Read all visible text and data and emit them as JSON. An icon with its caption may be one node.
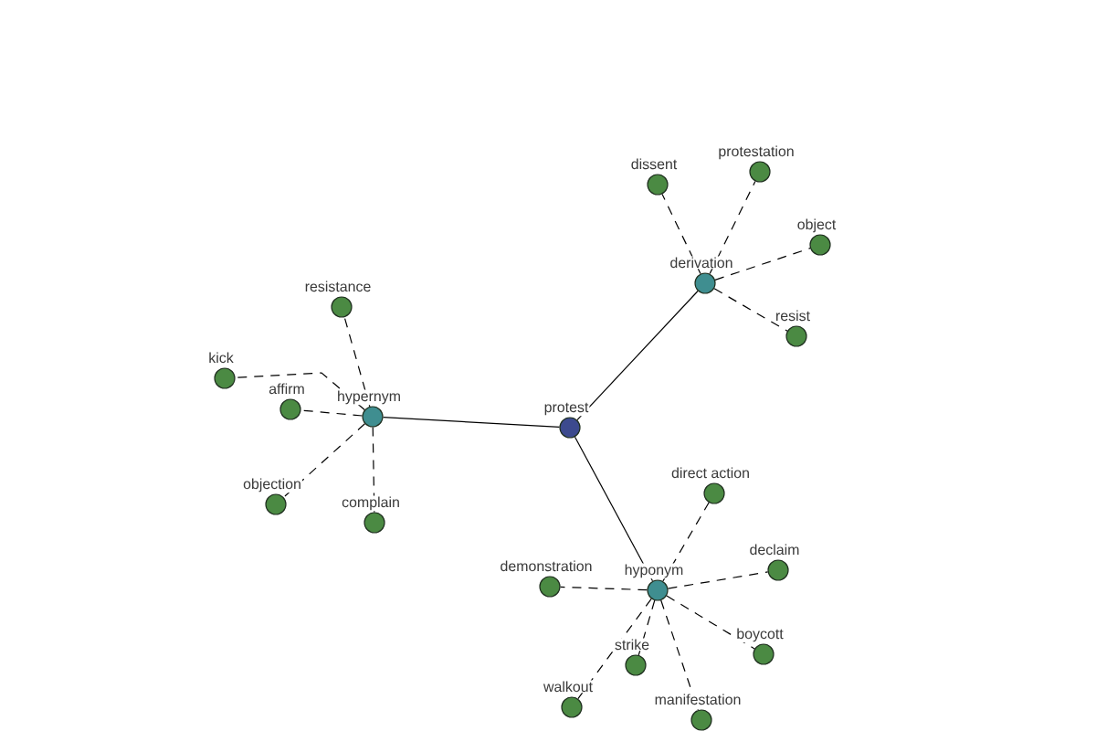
{
  "diagram": {
    "nodes": [
      {
        "text": [
          "protestation"
        ]
      },
      {
        "text": [
          "dissent"
        ]
      },
      {
        "text": [
          "object"
        ]
      },
      {
        "text": [
          "derivation"
        ]
      },
      {
        "text": [
          "resistance"
        ]
      },
      {
        "text": [
          "resist"
        ]
      },
      {
        "text": [
          "kick"
        ]
      },
      {
        "text": [
          "affirm"
        ]
      },
      {
        "text": [
          "hypernym"
        ]
      },
      {
        "text": [
          "protest"
        ]
      },
      {
        "text": [
          "direct action"
        ]
      },
      {
        "text": [
          "objection"
        ]
      },
      {
        "text": [
          "complain"
        ]
      },
      {
        "text": [
          "declaim"
        ]
      },
      {
        "text": [
          "demonstration"
        ]
      },
      {
        "text": [
          "hyponym"
        ]
      },
      {
        "text": [
          "boycott"
        ]
      },
      {
        "text": [
          "strike"
        ]
      },
      {
        "text": [
          "walkout"
        ]
      },
      {
        "text": [
          "manifestation"
        ]
      }
    ],
    "edges": [
      {
        "from": 9,
        "to": 8,
        "arrow": "none"
      },
      {
        "from": 9,
        "to": 3,
        "arrow": "none"
      },
      {
        "from": 9,
        "to": 15,
        "arrow": "none"
      },
      {
        "from": 8,
        "to": 4,
        "arrow": "none",
        "style": "dashed"
      },
      {
        "from": 8,
        "to": 6,
        "arrow": "none",
        "style": "dashed"
      },
      {
        "from": 8,
        "to": 7,
        "arrow": "none",
        "style": "dashed"
      },
      {
        "from": 8,
        "to": 11,
        "arrow": "none",
        "style": "dashed"
      },
      {
        "from": 8,
        "to": 12,
        "arrow": "none",
        "style": "dashed"
      },
      {
        "from": 3,
        "to": 1,
        "arrow": "none",
        "style": "dashed"
      },
      {
        "from": 3,
        "to": 0,
        "arrow": "none",
        "style": "dashed"
      },
      {
        "from": 3,
        "to": 2,
        "arrow": "none",
        "style": "dashed"
      },
      {
        "from": 3,
        "to": 5,
        "arrow": "none",
        "style": "dashed"
      },
      {
        "from": 15,
        "to": 10,
        "arrow": "none",
        "style": "dashed"
      },
      {
        "from": 15,
        "to": 13,
        "arrow": "none",
        "style": "dashed"
      },
      {
        "from": 15,
        "to": 14,
        "arrow": "none",
        "style": "dashed"
      },
      {
        "from": 15,
        "to": 16,
        "arrow": "none",
        "style": "dashed"
      },
      {
        "from": 15,
        "to": 17,
        "arrow": "none",
        "style": "dashed"
      },
      {
        "from": 15,
        "to": 18,
        "arrow": "none",
        "style": "dashed"
      },
      {
        "from": 15,
        "to": 19,
        "arrow": "none",
        "style": "dashed"
      }
    ]
  }
}
